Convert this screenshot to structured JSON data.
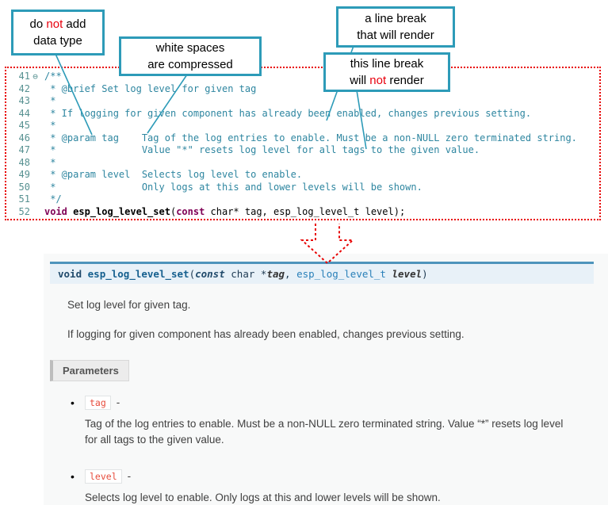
{
  "colors": {
    "callout_border": "#2d9bb8",
    "highlight_red": "#e8000d",
    "code_dotted_border": "#e80000",
    "comment_teal": "#2e86a0",
    "keyword_purple": "#7f0055",
    "doc_accent_blue": "#4e94bc",
    "literal_red": "#e74c3c"
  },
  "icons": {
    "bullet": "•",
    "fold_collapse": "⊖"
  },
  "callouts": {
    "c1": {
      "l1a": "do ",
      "l1b": "not",
      "l1c": " add",
      "l2": "data type"
    },
    "c2": {
      "l1": "white spaces",
      "l2": "are compressed"
    },
    "c3": {
      "l1": "a line break",
      "l2": "that will render"
    },
    "c4": {
      "l1": "this line break",
      "l2a": "will ",
      "l2b": "not",
      "l2c": " render"
    }
  },
  "code": {
    "lines": [
      {
        "num": "41",
        "text": "/**"
      },
      {
        "num": "42",
        "text": " * @brief Set log level for given tag"
      },
      {
        "num": "43",
        "text": " *"
      },
      {
        "num": "44",
        "text": " * If logging for given component has already been enabled, changes previous setting."
      },
      {
        "num": "45",
        "text": " *"
      },
      {
        "num": "46",
        "text": " * @param tag    Tag of the log entries to enable. Must be a non-NULL zero terminated string."
      },
      {
        "num": "47",
        "text": " *               Value \"*\" resets log level for all tags to the given value."
      },
      {
        "num": "48",
        "text": " *"
      },
      {
        "num": "49",
        "text": " * @param level  Selects log level to enable."
      },
      {
        "num": "50",
        "text": " *               Only logs at this and lower levels will be shown."
      },
      {
        "num": "51",
        "text": " */"
      }
    ],
    "line52": {
      "num": "52",
      "kw1": "void ",
      "name": "esp_log_level_set",
      "p1": "(",
      "kw2": "const",
      "rest": " char* tag, esp_log_level_t level);"
    }
  },
  "doc": {
    "signature": {
      "kw1": "void ",
      "name": "esp_log_level_set",
      "lp": "(",
      "kw2": "const",
      "t1": " char *",
      "a1": "tag",
      "comma": ", ",
      "t2": "esp_log_level_t",
      "a2": " level",
      "rp": ")"
    },
    "p1": "Set log level for given tag.",
    "p2": "If logging for given component has already been enabled, changes previous setting.",
    "params_label": "Parameters",
    "params": [
      {
        "name": "tag",
        "dash": "-",
        "desc": "Tag of the log entries to enable. Must be a non-NULL zero terminated string. Value “*” resets log level for all tags to the given value."
      },
      {
        "name": "level",
        "dash": "-",
        "desc": "Selects log level to enable. Only logs at this and lower levels will be shown."
      }
    ]
  }
}
